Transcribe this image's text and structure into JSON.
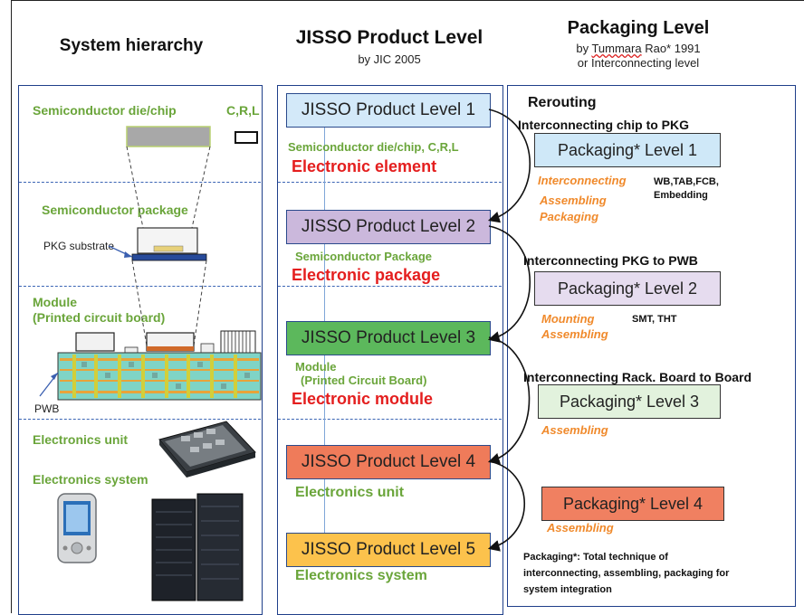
{
  "headers": {
    "system": "System hierarchy",
    "jisso": "JISSO Product Level",
    "jisso_sub": "by JIC  2005",
    "packaging": "Packaging Level",
    "packaging_sub1_pre": "by ",
    "packaging_sub1_name": "Tummara",
    "packaging_sub1_post": " Rao*  1991",
    "packaging_sub2": "or Interconnecting level"
  },
  "left": {
    "die_chip": "Semiconductor die/chip",
    "crl": "C,R,L",
    "package": "Semiconductor package",
    "pkg_substrate": "PKG substrate",
    "module_l1": "Module",
    "module_l2": "(Printed circuit board)",
    "pwb": "PWB",
    "unit": "Electronics unit",
    "system": "Electronics system"
  },
  "middle": {
    "levels": [
      "JISSO Product Level 1",
      "JISSO Product Level 2",
      "JISSO Product Level 3",
      "JISSO Product Level 4",
      "JISSO Product Level 5"
    ],
    "l1_green": "Semiconductor die/chip, C,R,L",
    "l1_red": "Electronic element",
    "l2_green": "Semiconductor Package",
    "l2_red": "Electronic package",
    "l3_green1": "Module",
    "l3_green2": "(Printed Circuit Board)",
    "l3_red": "Electronic module",
    "l4_green": "Electronics unit",
    "l5_green": "Electronics system"
  },
  "right": {
    "rerouting": "Rerouting",
    "ic1": "Interconnecting chip to PKG",
    "pk1": "Packaging* Level 1",
    "pk1_o1": "Interconnecting",
    "pk1_o2": "Assembling",
    "pk1_o3": "Packaging",
    "pk1_b1": "WB,TAB,FCB,",
    "pk1_b2": "Embedding",
    "ic2": "Interconnecting PKG to PWB",
    "pk2": "Packaging* Level 2",
    "pk2_o1": "Mounting",
    "pk2_o2": "Assembling",
    "pk2_b": "SMT, THT",
    "ic3": "Interconnecting Rack. Board to Board",
    "pk3": "Packaging* Level 3",
    "pk3_o": "Assembling",
    "pk4": "Packaging* Level 4",
    "pk4_o": "Assembling",
    "note1": "Packaging*: Total technique of",
    "note2": "interconnecting, assembling, packaging for",
    "note3": "system integration"
  },
  "colors": {
    "level1": "#d3e9f9",
    "level2": "#cbb8dc",
    "level3": "#5cb85c",
    "level4": "#ef7b5a",
    "level5": "#fcc24c",
    "pk1": "#cfe8f8",
    "pk2": "#e6dcef",
    "pk3": "#e2f2dd",
    "pk4": "#f08061"
  }
}
